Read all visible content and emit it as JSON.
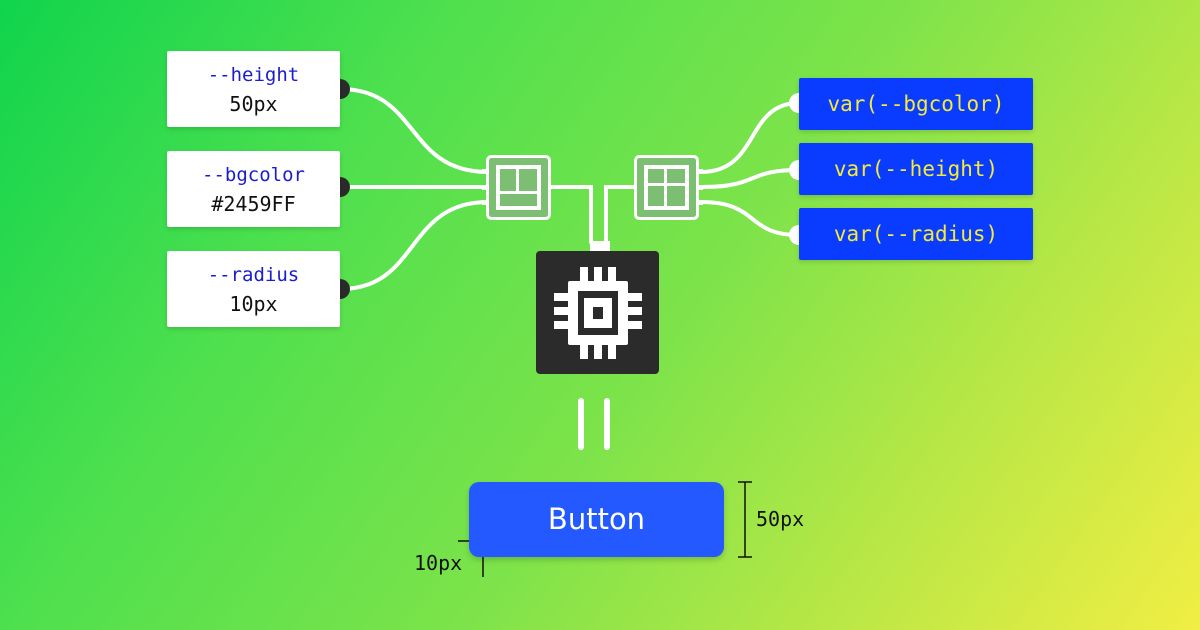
{
  "inputs": [
    {
      "name": "--height",
      "value": "50px"
    },
    {
      "name": "--bgcolor",
      "value": "#2459FF"
    },
    {
      "name": "--radius",
      "value": "10px"
    }
  ],
  "outputs": [
    {
      "expr": "var(--bgcolor)"
    },
    {
      "expr": "var(--height)"
    },
    {
      "expr": "var(--radius)"
    }
  ],
  "button": {
    "label": "Button",
    "color": "#2459FF"
  },
  "dimensions": {
    "height_label": "50px",
    "radius_label": "10px"
  },
  "icons": {
    "combiner": "grid-layout-icon",
    "processor": "cpu-chip-icon"
  },
  "colors": {
    "input_name": "#1B1BD0",
    "output_card": "#0A3CFF",
    "output_text": "#F4EA3A",
    "connector_outline": "#7DBF72",
    "processor_box": "#2B2B2B"
  }
}
